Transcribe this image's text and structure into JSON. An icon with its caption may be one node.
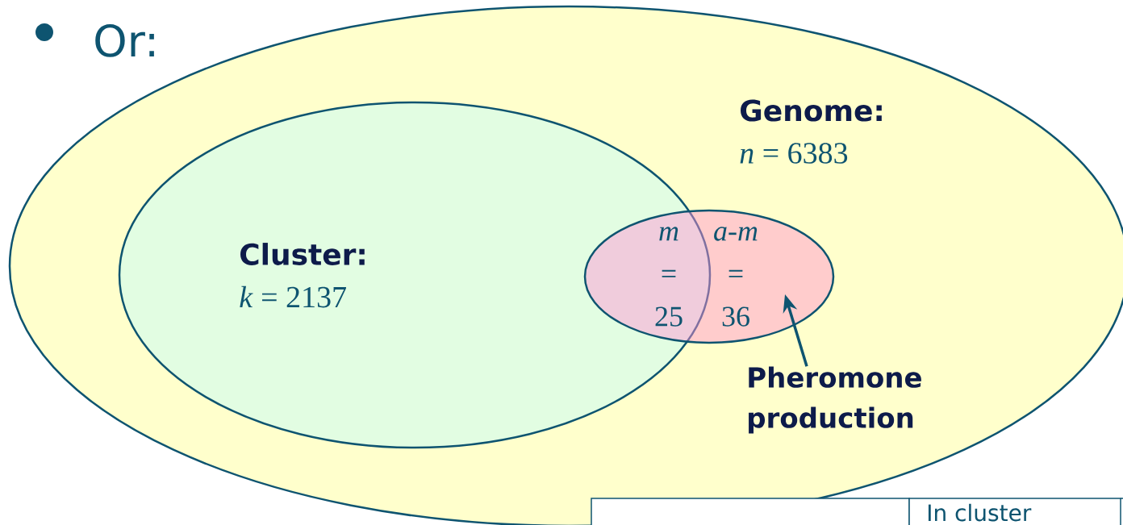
{
  "diagram": {
    "nodes": [
      {
        "text": [
          "Genome:",
          "*n* = 6383"
        ]
      },
      {
        "text": [
          "Cluster:",
          "*k* = 2137"
        ],
        "in": 0
      },
      {
        "text": [
          "*m* = 25",
          "*a-m* = 36"
        ],
        "in": 0
      },
      {
        "text": [
          "Pheromone production"
        ],
        "in": 0
      }
    ],
    "edges": [
      {
        "from": 3,
        "to": 2,
        "arrow": "to"
      }
    ],
    "labels": [
      "Or:",
      "In cluster"
    ]
  }
}
